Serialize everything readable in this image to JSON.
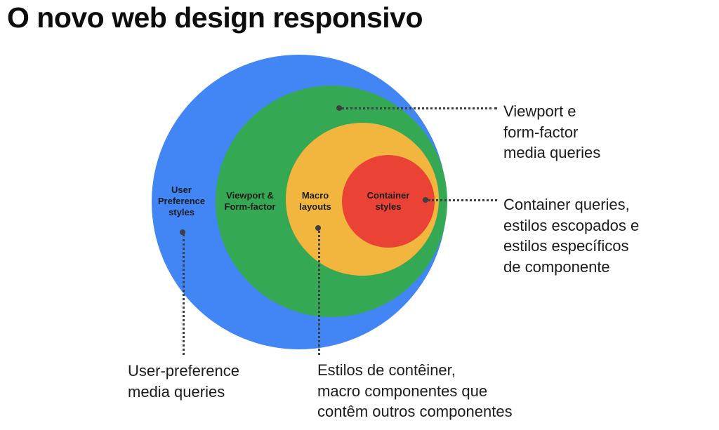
{
  "title": "O novo web design responsivo",
  "colors": {
    "blue": "#4285F4",
    "green": "#34A853",
    "yellow": "#F2B53D",
    "red": "#EA4335",
    "leader": "#3C4043",
    "text": "#1C1C1C"
  },
  "diagram": {
    "rings": [
      {
        "name": "user-preference-styles",
        "label": "User\nPreference\nstyles"
      },
      {
        "name": "viewport-form-factor",
        "label": "Viewport &\nForm-factor"
      },
      {
        "name": "macro-layouts",
        "label": "Macro\nlayouts"
      },
      {
        "name": "container-styles",
        "label": "Container\nstyles"
      }
    ]
  },
  "annotations": [
    {
      "name": "viewport-form-factor-media-queries",
      "text": "Viewport e\nform-factor\nmedia queries"
    },
    {
      "name": "container-queries",
      "text": "Container queries,\nestilos escopados e\nestilos específicos\nde componente"
    },
    {
      "name": "user-preference-media-queries",
      "text": "User-preference\nmedia queries"
    },
    {
      "name": "container-styles-note",
      "text": "Estilos de contêiner,\nmacro componentes que\ncontêm outros componentes"
    }
  ]
}
